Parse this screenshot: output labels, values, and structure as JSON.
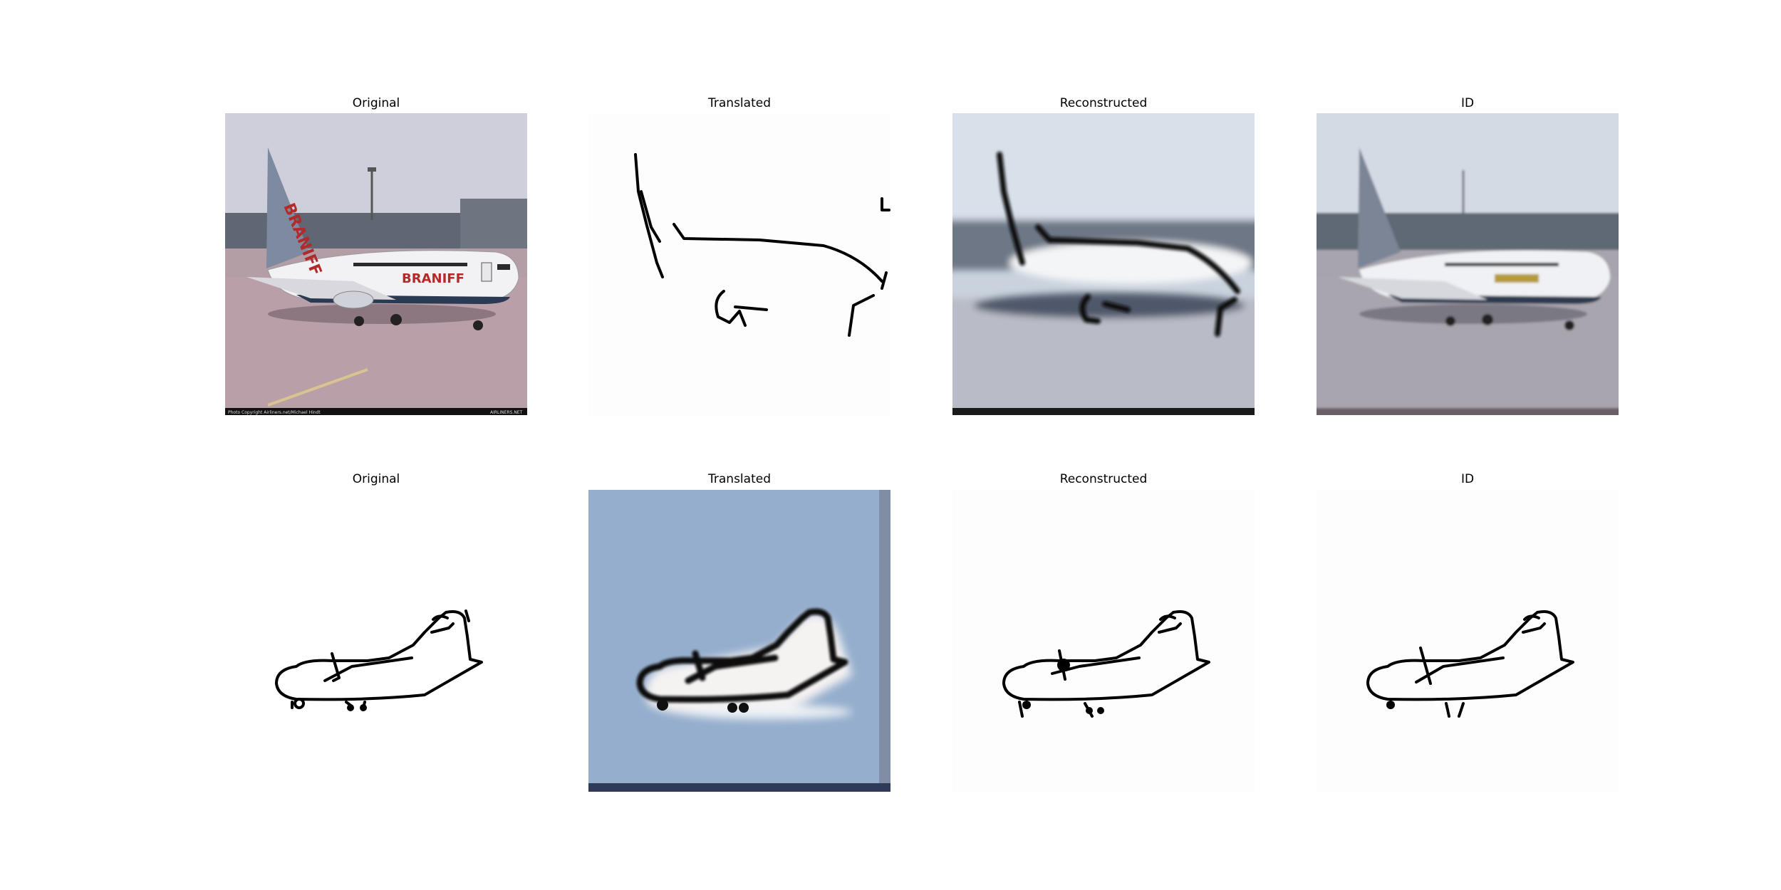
{
  "grid": {
    "rows": [
      {
        "panels": [
          {
            "title": "Original",
            "depiction": "airliner photo"
          },
          {
            "title": "Translated",
            "depiction": "line sketch"
          },
          {
            "title": "Reconstructed",
            "depiction": "blurred airliner photo"
          },
          {
            "title": "ID",
            "depiction": "airliner photo"
          }
        ]
      },
      {
        "panels": [
          {
            "title": "Original",
            "depiction": "line sketch"
          },
          {
            "title": "Translated",
            "depiction": "blurred airliner photo"
          },
          {
            "title": "Reconstructed",
            "depiction": "line sketch"
          },
          {
            "title": "ID",
            "depiction": "line sketch"
          }
        ]
      }
    ]
  },
  "photo_text": {
    "livery": "BRANIFF",
    "caption_left": "Photo Copyright Airliners.net/Michael Hindt",
    "caption_right": "AIRLINERS.NET"
  },
  "colors": {
    "sky": "#cfcfdb",
    "tarmac": "#b39ea6",
    "fuselage": "#f2f2f4",
    "livery": "#b22a2a",
    "ink": "#000000",
    "translated_sky": "#95aecd"
  }
}
